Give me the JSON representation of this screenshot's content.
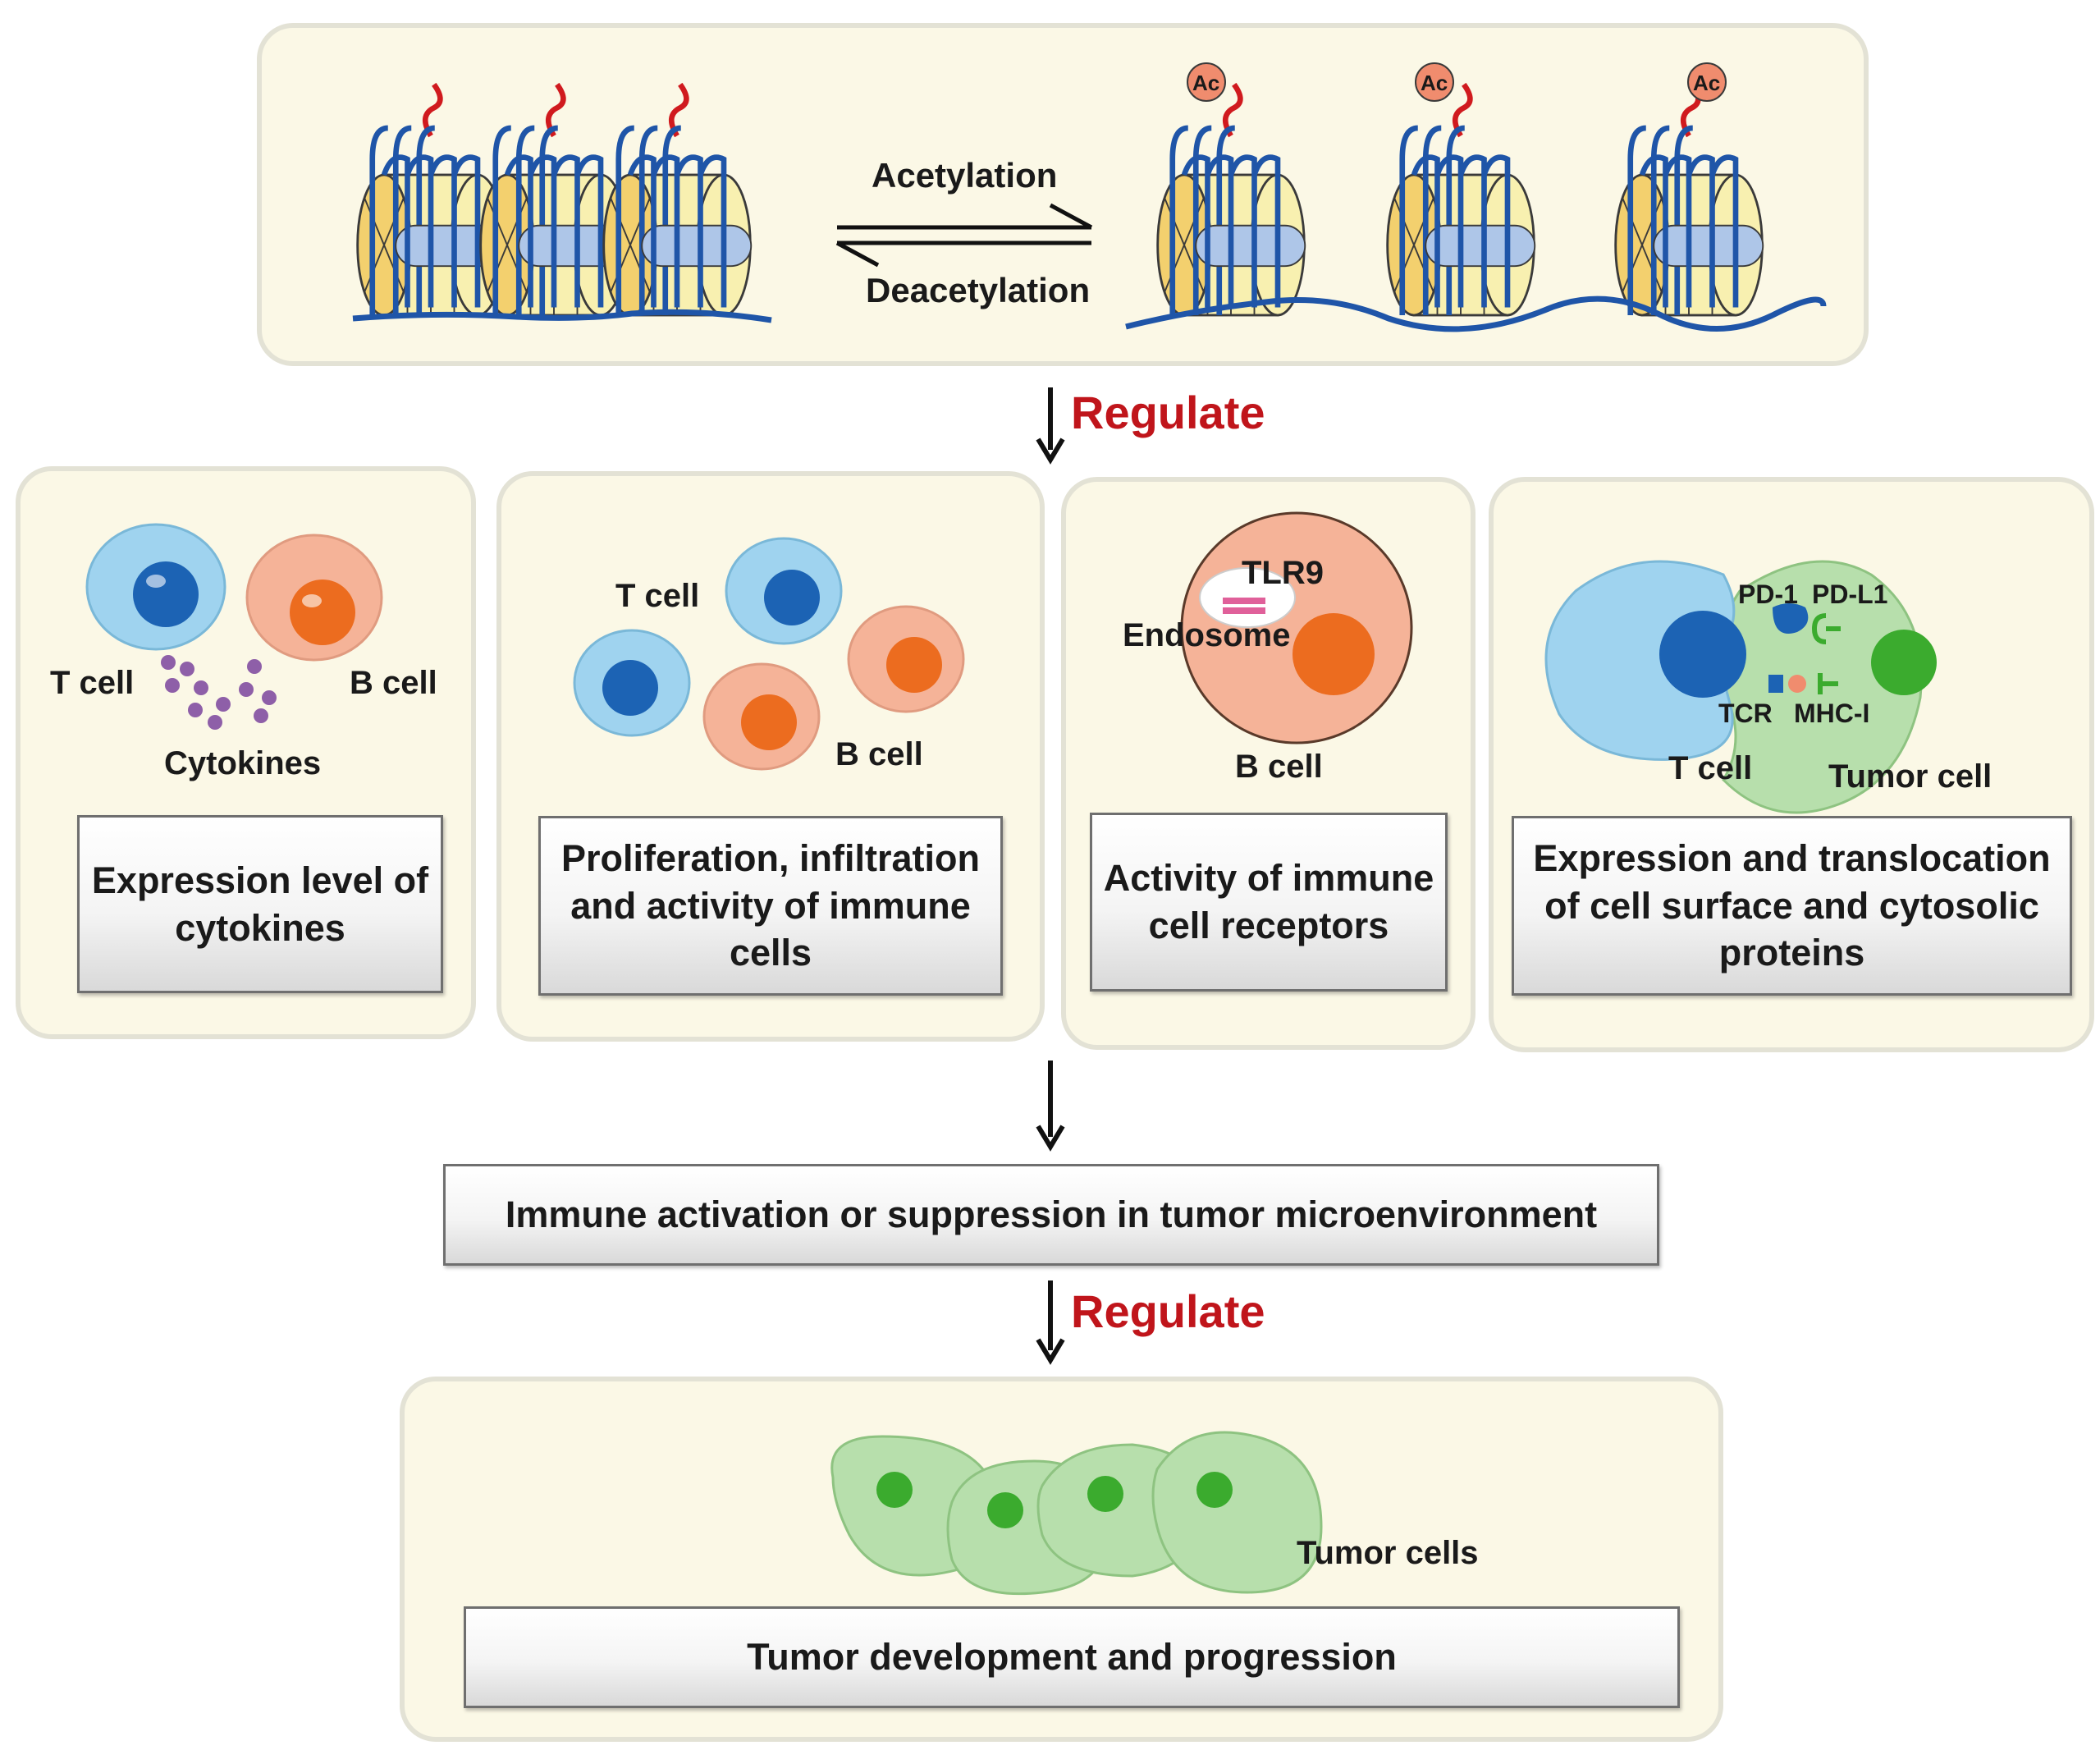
{
  "chromatin": {
    "forward_label": "Acetylation",
    "reverse_label": "Deacetylation",
    "acetyl_tag": "Ac"
  },
  "regulate_label": "Regulate",
  "panels": [
    {
      "labels": {
        "t_cell": "T cell",
        "b_cell": "B cell",
        "cytokines": "Cytokines"
      },
      "caption": "Expression level of cytokines"
    },
    {
      "labels": {
        "t_cell": "T cell",
        "b_cell": "B cell"
      },
      "caption": "Proliferation, infiltration and activity of immune cells"
    },
    {
      "labels": {
        "tlr9": "TLR9",
        "endosome": "Endosome",
        "b_cell": "B cell"
      },
      "caption": "Activity of immune cell receptors"
    },
    {
      "labels": {
        "pd1": "PD-1",
        "pdl1": "PD-L1",
        "tcr": "TCR",
        "mhc": "MHC-I",
        "t_cell": "T cell",
        "tumor_cell": "Tumor cell"
      },
      "caption": "Expression and translocation of cell surface and cytosolic proteins"
    }
  ],
  "microenvironment_label": "Immune activation or suppression in tumor microenvironment",
  "tumor": {
    "cells_label": "Tumor cells",
    "caption": "Tumor development and progression"
  },
  "colors": {
    "panel_bg": "#fbf8e6",
    "regulate": "#c0151b",
    "t_cell": "#9fd3ef",
    "b_cell": "#f5b398",
    "tumor": "#b7dfac",
    "dna": "#1f55a8"
  }
}
